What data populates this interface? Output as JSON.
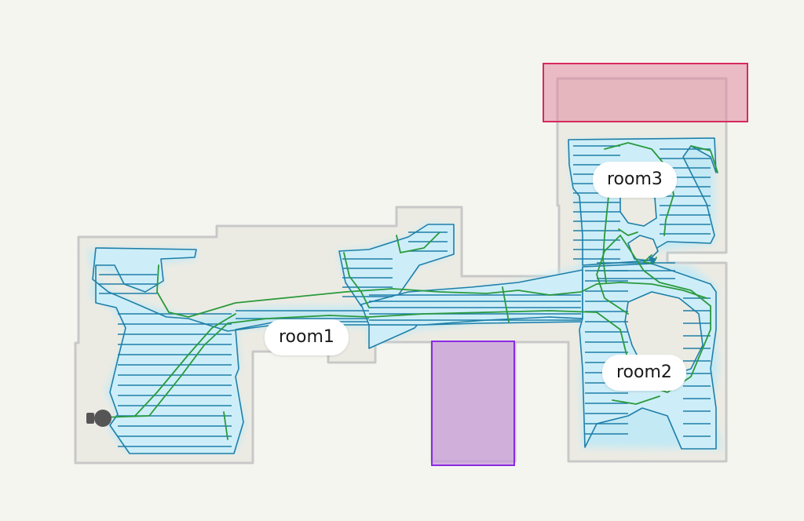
{
  "rooms": [
    {
      "id": "room1",
      "label": "room1"
    },
    {
      "id": "room2",
      "label": "room2"
    },
    {
      "id": "room3",
      "label": "room3"
    }
  ],
  "zones": [
    {
      "type": "no-go-zone",
      "fill": "#e08aa0",
      "stroke": "#d62a5e"
    },
    {
      "type": "no-mop-zone",
      "fill": "#c79bd8",
      "stroke": "#8a2be2"
    }
  ],
  "colors": {
    "background": "#f5f5ef",
    "floor": "#ecebe3",
    "wall": "#c8c8c8",
    "cleaned_area": "#cdeef8",
    "cleaned_glow": "#bfe9f6",
    "path_lines": "#1f7fa8",
    "robot_route": "#2a9a3c",
    "dock": "#555555"
  },
  "icons": {
    "dock": "charging-dock-icon",
    "robot": "robot-vacuum-icon"
  }
}
